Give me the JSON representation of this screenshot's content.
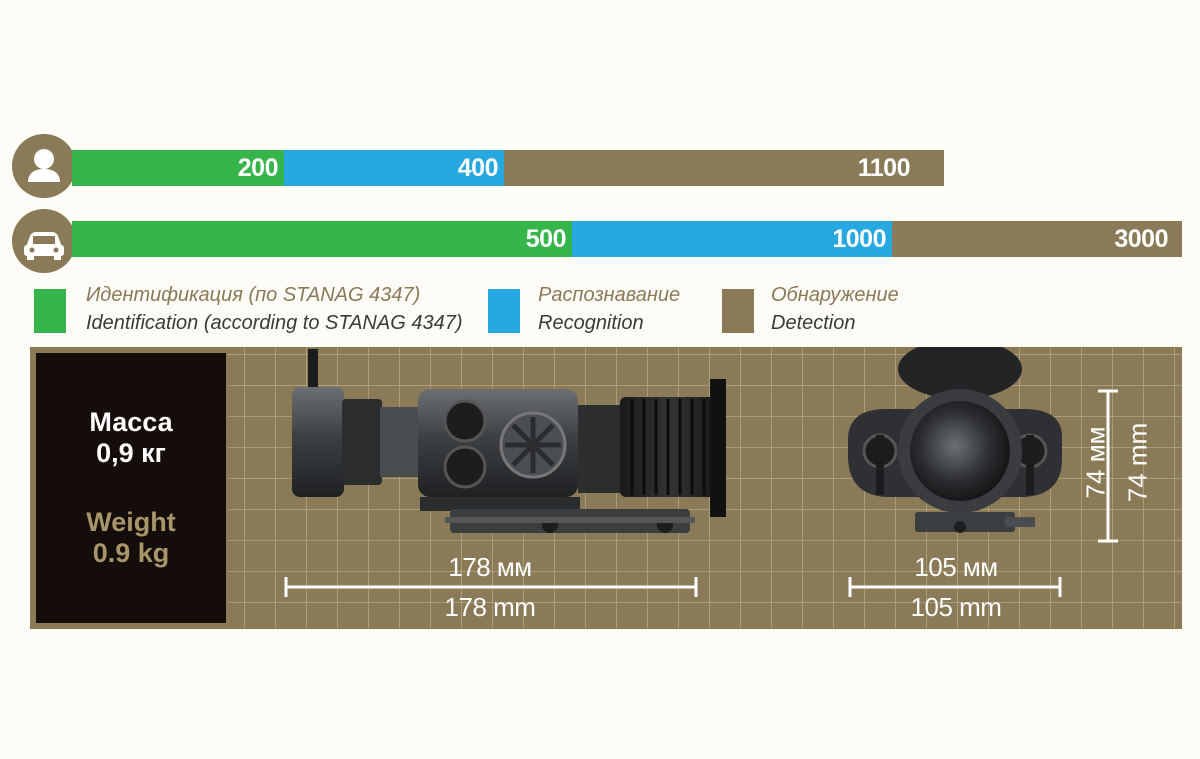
{
  "ranges": {
    "person": {
      "icon": "person-icon",
      "segments": [
        {
          "value_label": "200",
          "value": 200,
          "type": "identification"
        },
        {
          "value_label": "400",
          "value": 400,
          "type": "recognition"
        },
        {
          "value_label": "1100",
          "value": 1100,
          "type": "detection"
        }
      ]
    },
    "vehicle": {
      "icon": "car-icon",
      "segments": [
        {
          "value_label": "500",
          "value": 500,
          "type": "identification"
        },
        {
          "value_label": "1000",
          "value": 1000,
          "type": "recognition"
        },
        {
          "value_label": "3000",
          "value": 3000,
          "type": "detection"
        }
      ]
    }
  },
  "legend": {
    "identification": {
      "ru": "Идентификация (по STANAG 4347)",
      "en": "Identification (according to STANAG 4347)",
      "color": "#36b54a"
    },
    "recognition": {
      "ru": "Распознавание",
      "en": "Recognition",
      "color": "#27a8e0"
    },
    "detection": {
      "ru": "Обнаружение",
      "en": "Detection",
      "color": "#8a7a58"
    }
  },
  "weight": {
    "ru_label": "Масса",
    "ru_value": "0,9 кг",
    "en_label": "Weight",
    "en_value": "0.9 kg"
  },
  "dimensions": {
    "length_ru": "178 мм",
    "length_en": "178 mm",
    "width_ru": "105 мм",
    "width_en": "105 mm",
    "height_ru": "74 мм",
    "height_en": "74 mm"
  },
  "images": {
    "side_view": "thermal-scope-side-view",
    "front_view": "thermal-scope-front-view"
  }
}
